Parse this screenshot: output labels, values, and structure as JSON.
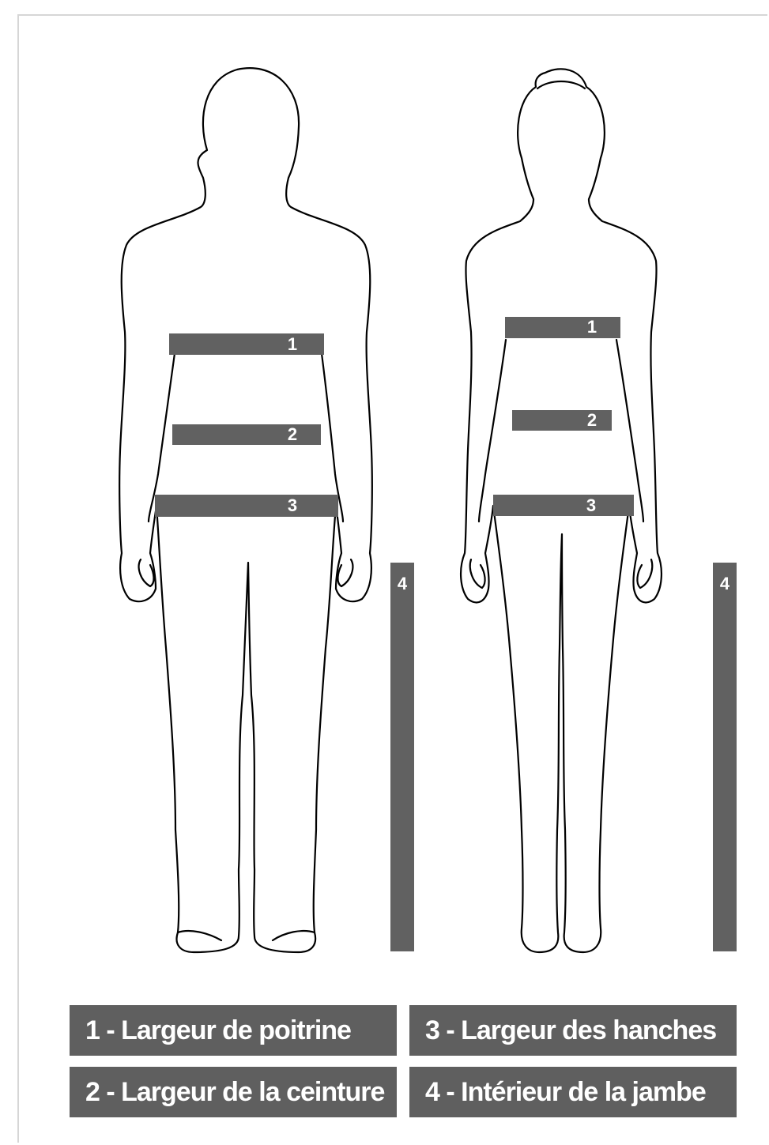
{
  "figures": {
    "male": {
      "bands": [
        {
          "number": "1"
        },
        {
          "number": "2"
        },
        {
          "number": "3"
        },
        {
          "number": "4"
        }
      ]
    },
    "female": {
      "bands": [
        {
          "number": "1"
        },
        {
          "number": "2"
        },
        {
          "number": "3"
        },
        {
          "number": "4"
        }
      ]
    }
  },
  "legend": {
    "item1": "1 - Largeur de poitrine",
    "item2": "2 - Largeur de la ceinture",
    "item3": "3 - Largeur des hanches",
    "item4": "4 - Intérieur de la jambe"
  },
  "colors": {
    "band": "#616161",
    "outline": "#000000",
    "background": "#ffffff"
  }
}
